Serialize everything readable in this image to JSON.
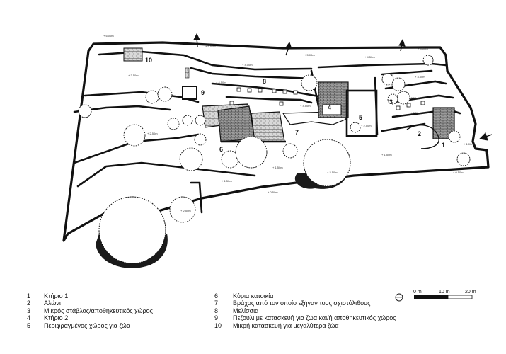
{
  "legend": {
    "left": [
      {
        "num": "1",
        "label": "Κτήριο 1"
      },
      {
        "num": "2",
        "label": "Αλώνι"
      },
      {
        "num": "3",
        "label": "Μικρός στάβλος/αποθηκευτικός χώρος"
      },
      {
        "num": "4",
        "label": "Κτήριο 2"
      },
      {
        "num": "5",
        "label": "Περιφραγμένος χώρος για ζώα"
      }
    ],
    "right": [
      {
        "num": "6",
        "label": "Κύρια κατοικία"
      },
      {
        "num": "7",
        "label": "Βράχος από τον οποίο εξήγαν τους σχιστόλιθους"
      },
      {
        "num": "8",
        "label": "Μελίσσια"
      },
      {
        "num": "9",
        "label": "Πεζούλι με κατασκευή για ζώα και/ή αποθηκευτικός χώρος"
      },
      {
        "num": "10",
        "label": "Μικρή κατασκευή για μεγαλύτερα ζώα"
      }
    ]
  },
  "scale": {
    "labels": [
      "0 m",
      "10 m",
      "20 m"
    ]
  },
  "map_numbers": [
    "1",
    "2",
    "3",
    "4",
    "5",
    "6",
    "7",
    "8",
    "9",
    "10"
  ],
  "elevations": {
    "e1": "+ 6.00m",
    "e2": "+ 5.50m",
    "e3": "+ 5.00m",
    "e4": "+ 4.50m",
    "e5": "+ 4.00m",
    "e6": "+ 3.50m",
    "e7": "+ 2.50m",
    "e8": "+ 1.50m",
    "e9": "+ 1.00m",
    "e10": "+ 0.50m"
  },
  "colors": {
    "ink": "#111111",
    "tree_shadow": "#1a1a1a",
    "paper": "#ffffff"
  }
}
